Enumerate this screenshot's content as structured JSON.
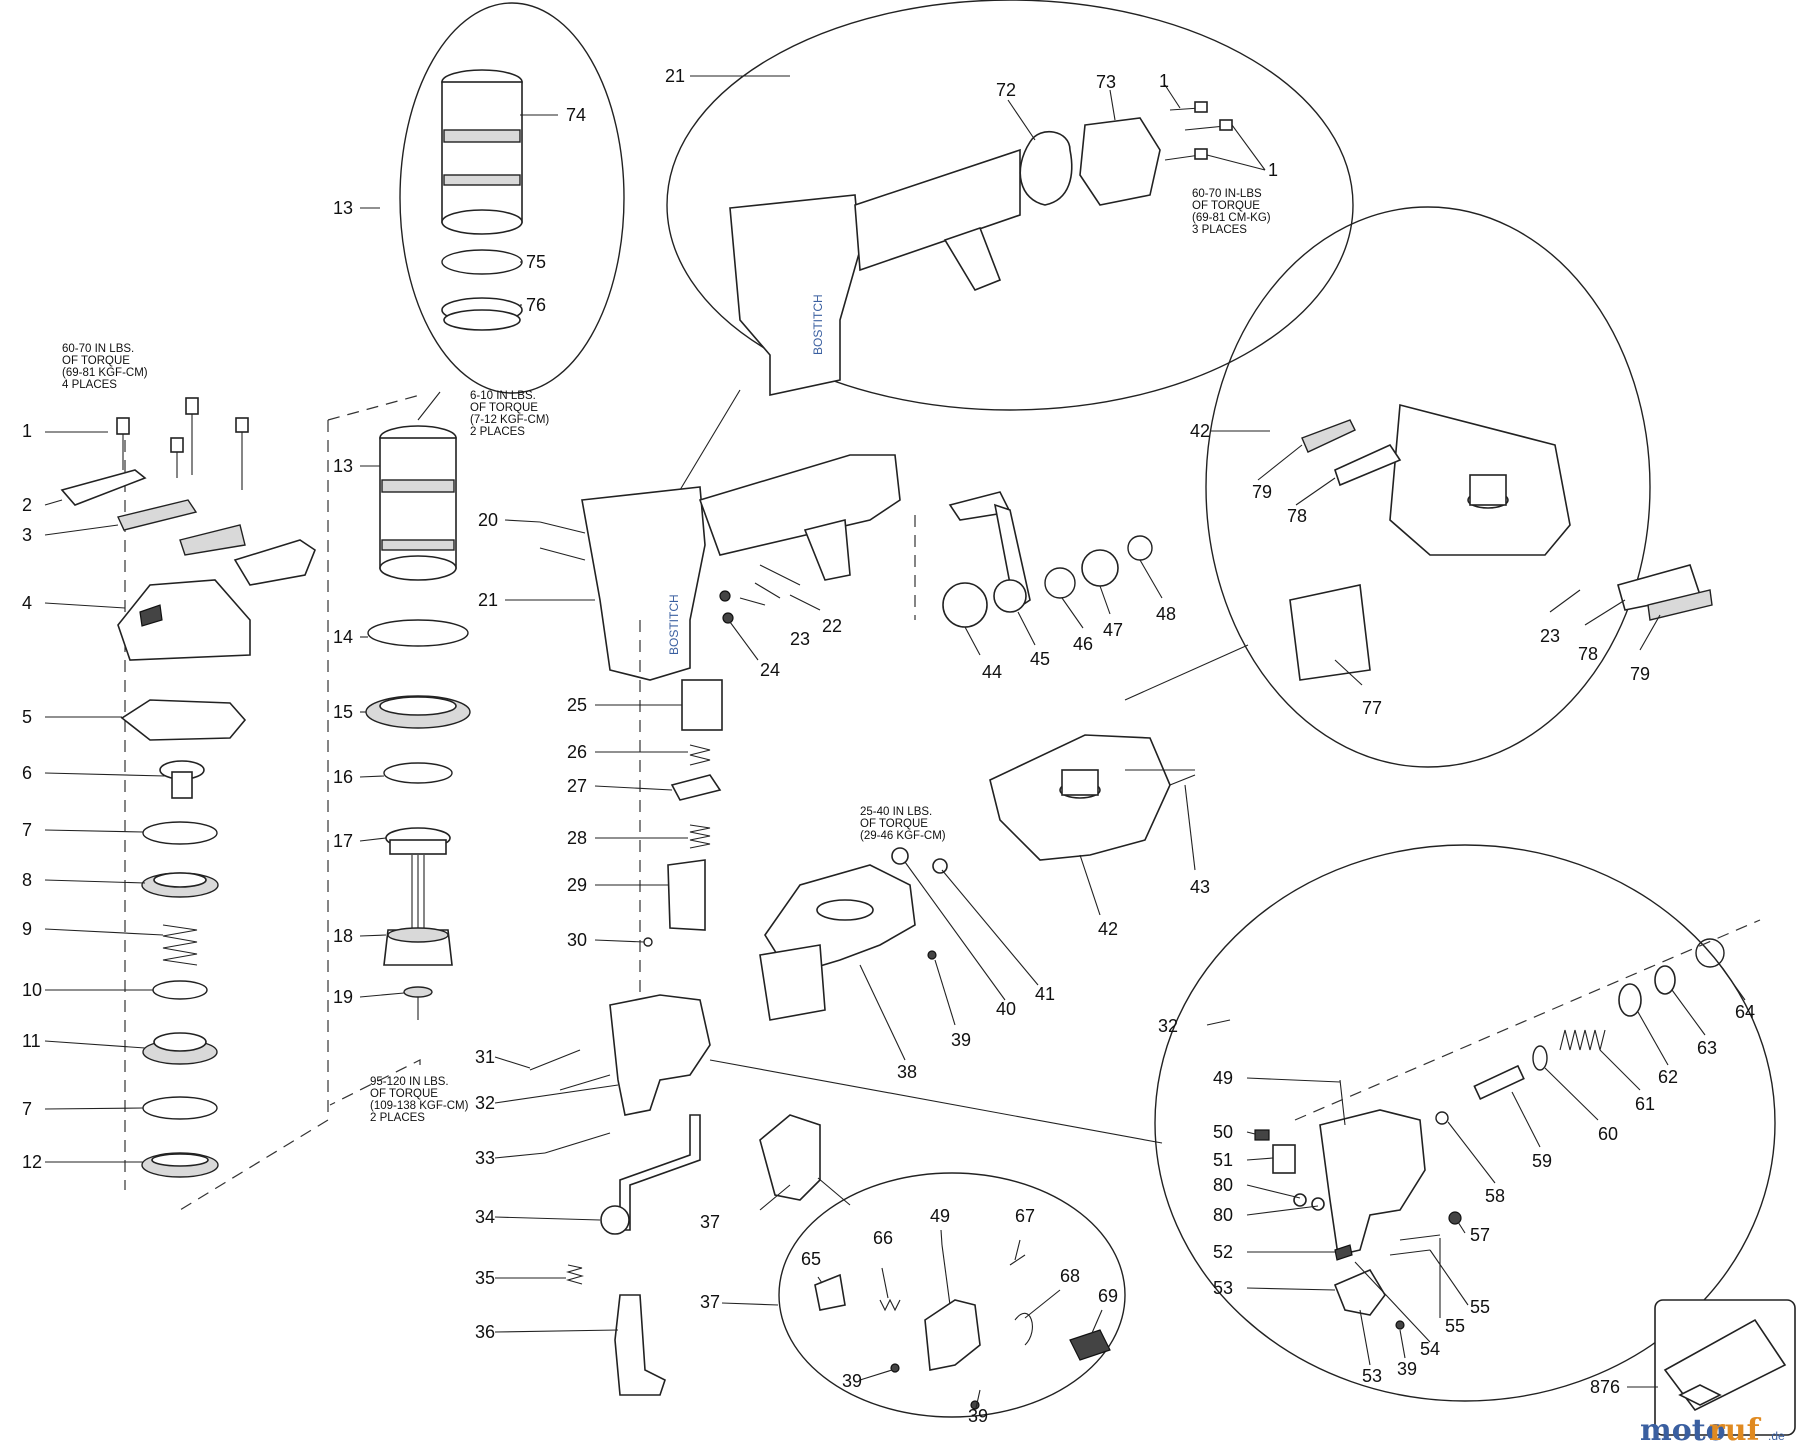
{
  "torque_notes": {
    "cap_screws": [
      "60-70 IN LBS.",
      "OF TORQUE",
      "(69-81 KGF-CM)",
      "4 PLACES"
    ],
    "cylinder": [
      "6-10 IN LBS.",
      "OF TORQUE",
      "(7-12 KGF-CM)",
      "2 PLACES"
    ],
    "handle": [
      "60-70 IN-LBS",
      "OF TORQUE",
      "(69-81 CM-KG)",
      "3 PLACES"
    ],
    "magazine": [
      "25-40 IN LBS.",
      "OF TORQUE",
      "(29-46 KGF-CM)"
    ],
    "frame_pins": [
      "95-120 IN LBS.",
      "OF TORQUE",
      "(109-138 KGF-CM)",
      "2 PLACES"
    ]
  },
  "callouts": [
    "1",
    "2",
    "3",
    "4",
    "5",
    "6",
    "7",
    "8",
    "9",
    "10",
    "11",
    "7",
    "12",
    "13",
    "14",
    "15",
    "16",
    "17",
    "18",
    "19",
    "13",
    "74",
    "75",
    "76",
    "21",
    "72",
    "73",
    "1",
    "1",
    "20",
    "21",
    "22",
    "23",
    "24",
    "25",
    "26",
    "27",
    "28",
    "29",
    "30",
    "31",
    "32",
    "33",
    "34",
    "35",
    "36",
    "44",
    "45",
    "46",
    "47",
    "48",
    "42",
    "79",
    "78",
    "23",
    "78",
    "79",
    "77",
    "43",
    "42",
    "40",
    "41",
    "38",
    "39",
    "32",
    "64",
    "63",
    "62",
    "61",
    "60",
    "59",
    "58",
    "57",
    "49",
    "50",
    "51",
    "80",
    "80",
    "52",
    "53",
    "55",
    "55",
    "54",
    "39",
    "53",
    "37",
    "37",
    "65",
    "66",
    "49",
    "67",
    "68",
    "69",
    "39",
    "39",
    "876"
  ],
  "brand": {
    "part1": "moto",
    "part2": "ruf",
    "suffix": ".de"
  },
  "tool_brand": "BOSTITCH"
}
